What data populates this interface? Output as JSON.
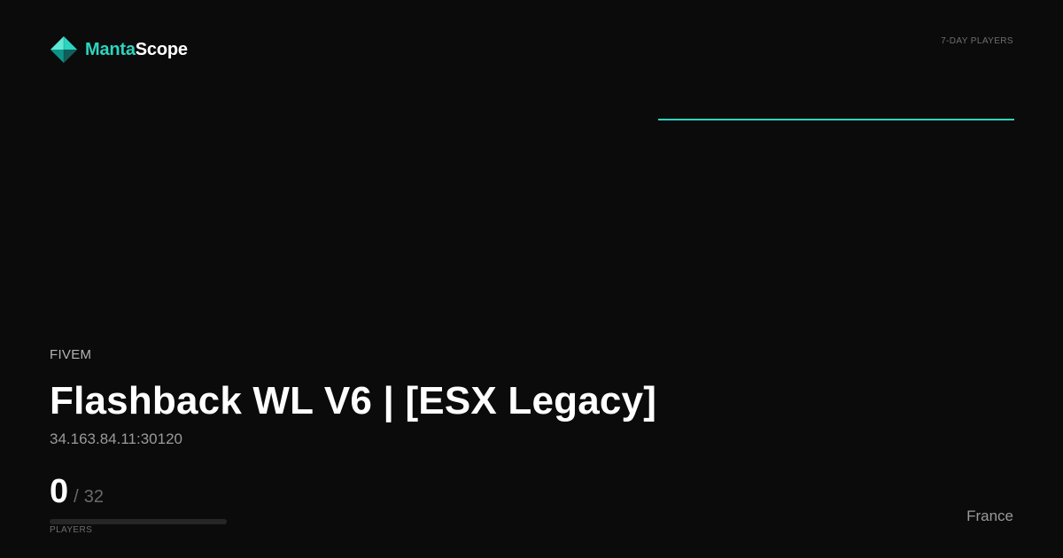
{
  "brand": {
    "name_accent": "Manta",
    "name_rest": "Scope",
    "logo_icon": "manta-diamond-icon",
    "accent_color": "#2dd4bf"
  },
  "server": {
    "game": "FIVEM",
    "name": "Flashback WL V6 | [ESX Legacy]",
    "address": "34.163.84.11:30120",
    "country": "France"
  },
  "players": {
    "current": "0",
    "separator": "/",
    "max": "32",
    "label": "PLAYERS",
    "fill_fraction": 0
  },
  "chart_data": {
    "type": "line",
    "title": "7-DAY PLAYERS",
    "x": [
      0,
      1,
      2,
      3,
      4,
      5,
      6
    ],
    "series": [
      {
        "values": [
          0,
          0,
          0,
          0,
          0,
          0,
          0
        ]
      }
    ],
    "ylim": [
      0,
      32
    ],
    "grid": false,
    "color": "#2dd4bf"
  }
}
